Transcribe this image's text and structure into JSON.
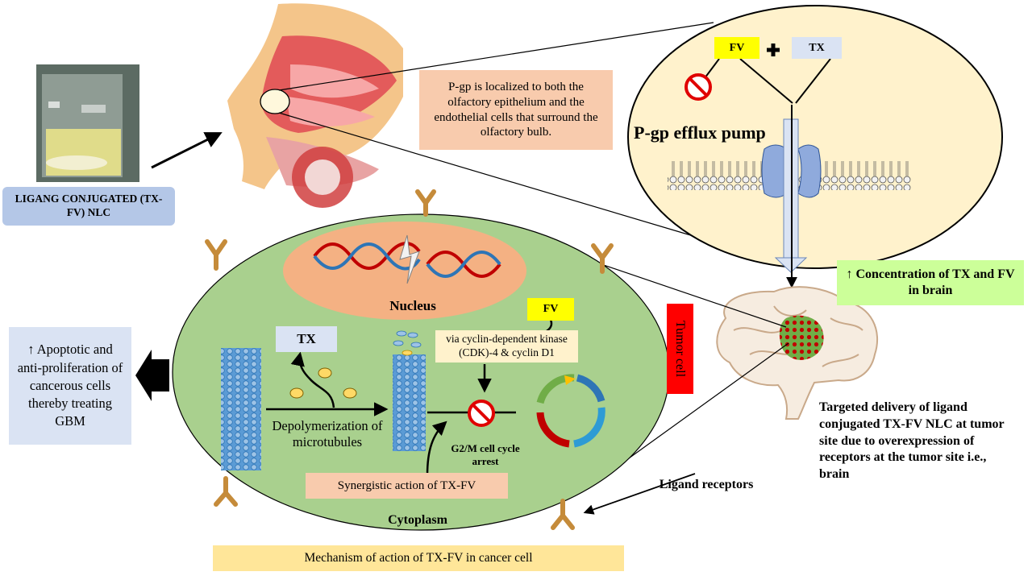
{
  "nlc_label": "LIGANG CONJUGATED (TX-FV) NLC",
  "pgp_note": "P-gp is localized to both the olfactory epithelium and the endothelial cells that surround the olfactory bulb.",
  "inset": {
    "fv": "FV",
    "tx": "TX",
    "pump_label": "P-gp efflux pump"
  },
  "concentration": "↑ Concentration of TX and FV in brain",
  "tumor_cell": "Tumor cell",
  "targeted_delivery": "Targeted delivery of ligand conjugated TX-FV NLC at tumor site due to overexpression of receptors at the tumor site i.e., brain",
  "apoptotic": "↑ Apoptotic and anti-proliferation of cancerous cells thereby treating GBM",
  "cell": {
    "nucleus": "Nucleus",
    "tx": "TX",
    "fv": "FV",
    "cdk": "via cyclin-dependent kinase (CDK)-4 & cyclin D1",
    "depolymerization": "Depolymerization of microtubules",
    "g2m": "G2/M cell cycle arrest",
    "synergistic": "Synergistic action of TX-FV",
    "cytoplasm": "Cytoplasm"
  },
  "ligand_receptors": "Ligand receptors",
  "caption": "Mechanism of action of TX-FV in cancer cell",
  "colors": {
    "cell_fill": "#a9d08e",
    "nucleus_fill": "#f4b183",
    "yellow_tag": "#ffff00",
    "tx_tag": "#dae3f3",
    "red_box": "#ff0000",
    "green_box": "#ccff99",
    "peach_box": "#f8cbad",
    "blue_box": "#dae3f3",
    "caption_box": "#ffe699"
  }
}
